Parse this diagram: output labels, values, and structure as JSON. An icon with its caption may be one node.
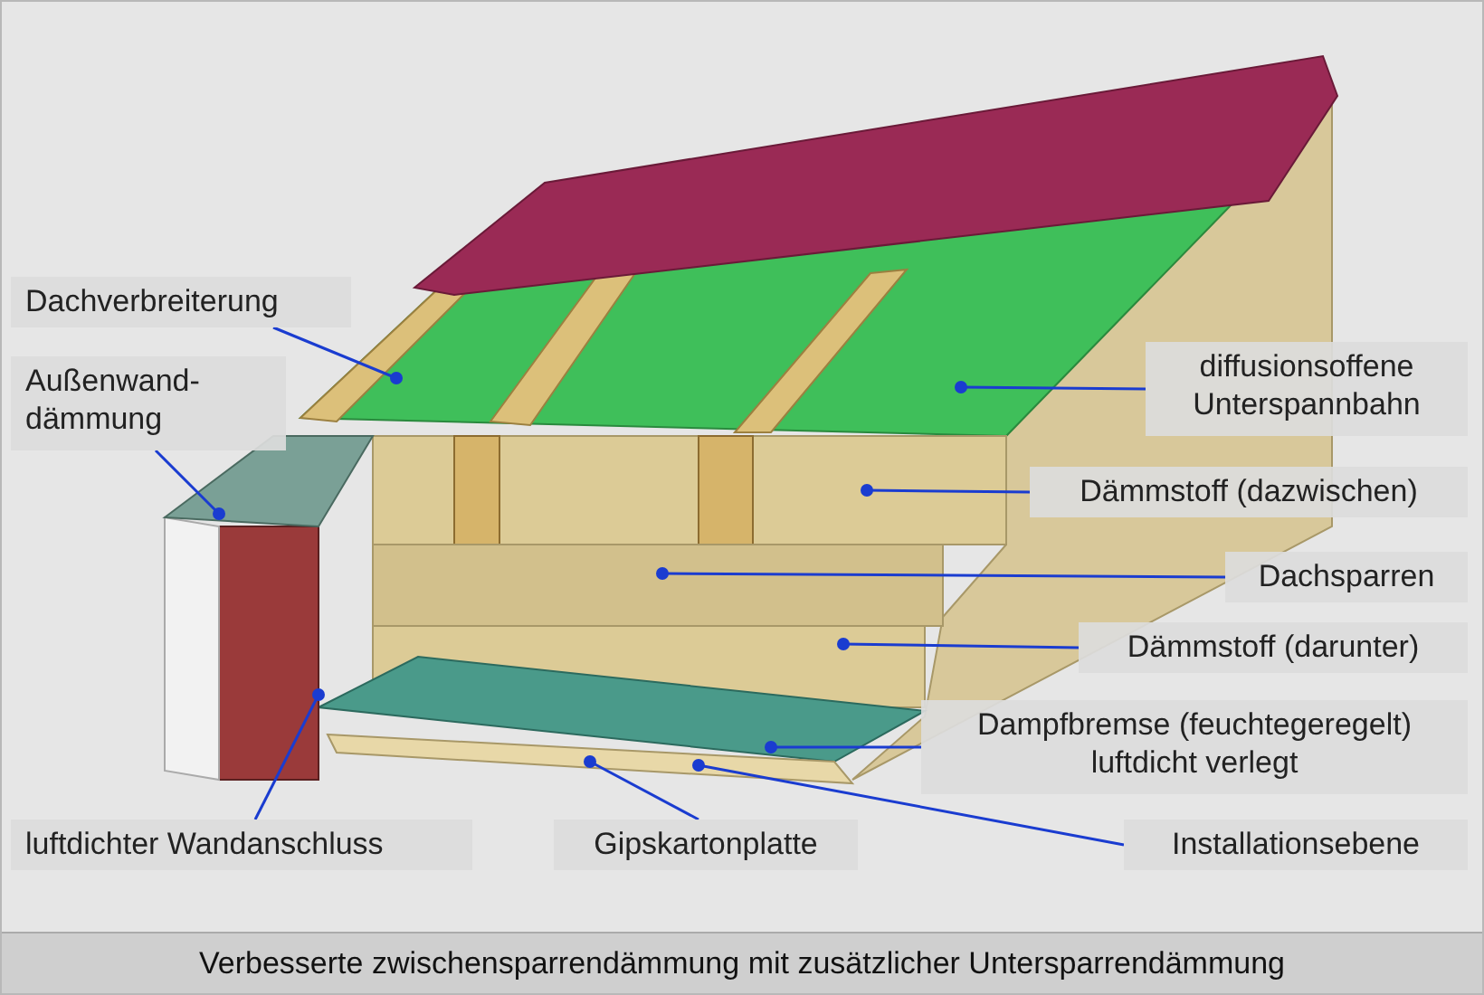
{
  "diagram": {
    "caption": "Verbesserte zwischensparrendämmung mit zusätzlicher Untersparrendämmung",
    "nodes": [
      {
        "text": [
          "Dachverbreiterung"
        ]
      },
      {
        "text": [
          "Außenwand- dämmung"
        ]
      },
      {
        "text": [
          "diffusionsoffene Unterspannbahn"
        ]
      },
      {
        "text": [
          "Dämmstoff (dazwischen)"
        ]
      },
      {
        "text": [
          "Dachsparren"
        ]
      },
      {
        "text": [
          "Dämmstoff (darunter)"
        ]
      },
      {
        "text": [
          "Dampfbremse (feuchtegeregelt) luftdicht verlegt"
        ]
      },
      {
        "text": [
          "luftdichter Wandanschluss"
        ]
      },
      {
        "text": [
          "Gipskartonplatte"
        ]
      },
      {
        "text": [
          "Installationsebene"
        ]
      }
    ],
    "edges": [
      {
        "from": 0,
        "to": null,
        "arrow": "other"
      },
      {
        "from": 1,
        "to": null,
        "arrow": "other"
      },
      {
        "from": 2,
        "to": null,
        "arrow": "other"
      },
      {
        "from": 3,
        "to": null,
        "arrow": "other"
      },
      {
        "from": 4,
        "to": null,
        "arrow": "other"
      },
      {
        "from": 5,
        "to": null,
        "arrow": "other"
      },
      {
        "from": 6,
        "to": null,
        "arrow": "other"
      },
      {
        "from": 7,
        "to": null,
        "arrow": "other"
      },
      {
        "from": 8,
        "to": null,
        "arrow": "other"
      },
      {
        "from": 9,
        "to": null,
        "arrow": "other"
      }
    ]
  }
}
